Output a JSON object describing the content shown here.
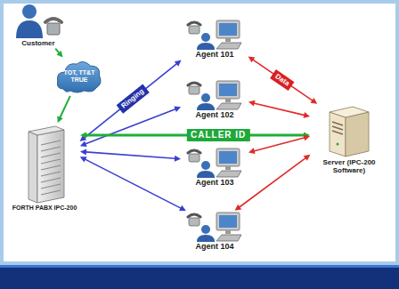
{
  "diagram": {
    "nodes": [
      {
        "text": [
          "Customer"
        ]
      },
      {
        "text": [
          "TOT, TT&T TRUE"
        ]
      },
      {
        "text": [
          "FORTH PABX IPC-200"
        ]
      },
      {
        "text": [
          "Agent 101"
        ]
      },
      {
        "text": [
          "Agent 102"
        ]
      },
      {
        "text": [
          "Agent 103"
        ]
      },
      {
        "text": [
          "Agent 104"
        ]
      },
      {
        "text": [
          "Server (IPC-200 Software)"
        ]
      }
    ],
    "edges": [
      {
        "from": 0,
        "to": 1,
        "arrow": "to"
      },
      {
        "from": 1,
        "to": 2,
        "arrow": "to"
      },
      {
        "from": 2,
        "to": 3,
        "label": "Ringing",
        "arrow": "both"
      },
      {
        "from": 2,
        "to": 4,
        "arrow": "both"
      },
      {
        "from": 2,
        "to": 5,
        "arrow": "both"
      },
      {
        "from": 2,
        "to": 6,
        "arrow": "both"
      },
      {
        "from": 2,
        "to": 7,
        "label": "CALLER ID",
        "arrow": "both"
      },
      {
        "from": 7,
        "to": 3,
        "label": "Data",
        "arrow": "both"
      },
      {
        "from": 7,
        "to": 4,
        "arrow": "both"
      },
      {
        "from": 7,
        "to": 5,
        "arrow": "both"
      },
      {
        "from": 7,
        "to": 6,
        "arrow": "both"
      }
    ]
  }
}
